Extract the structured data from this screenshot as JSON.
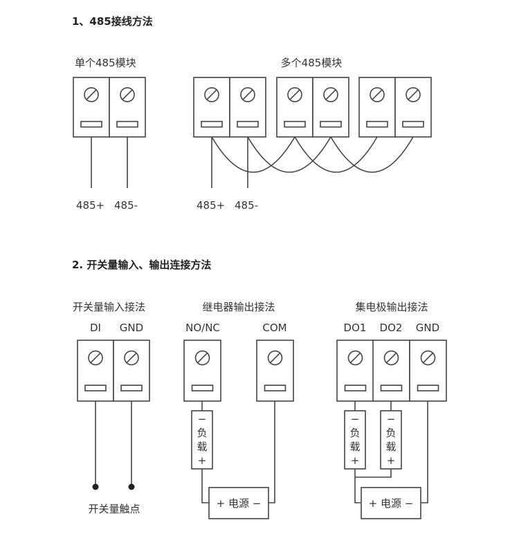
{
  "section1": {
    "title": "1、485接线方法",
    "single_label": "单个485模块",
    "multi_label": "多个485模块",
    "pos": "485+",
    "neg": "485-"
  },
  "section2": {
    "title": "2. 开关量输入、输出连接方法",
    "di": {
      "title": "开关量输入接法",
      "t1": "DI",
      "t2": "GND",
      "contact": "开关量触点"
    },
    "relay": {
      "title": "继电器输出接法",
      "t1": "NO/NC",
      "t2": "COM"
    },
    "collector": {
      "title": "集电极输出接法",
      "t1": "DO1",
      "t2": "DO2",
      "t3": "GND"
    },
    "load": {
      "minus": "−",
      "c1": "负",
      "c2": "载",
      "plus": "+"
    },
    "power": "+ 电源 −"
  }
}
